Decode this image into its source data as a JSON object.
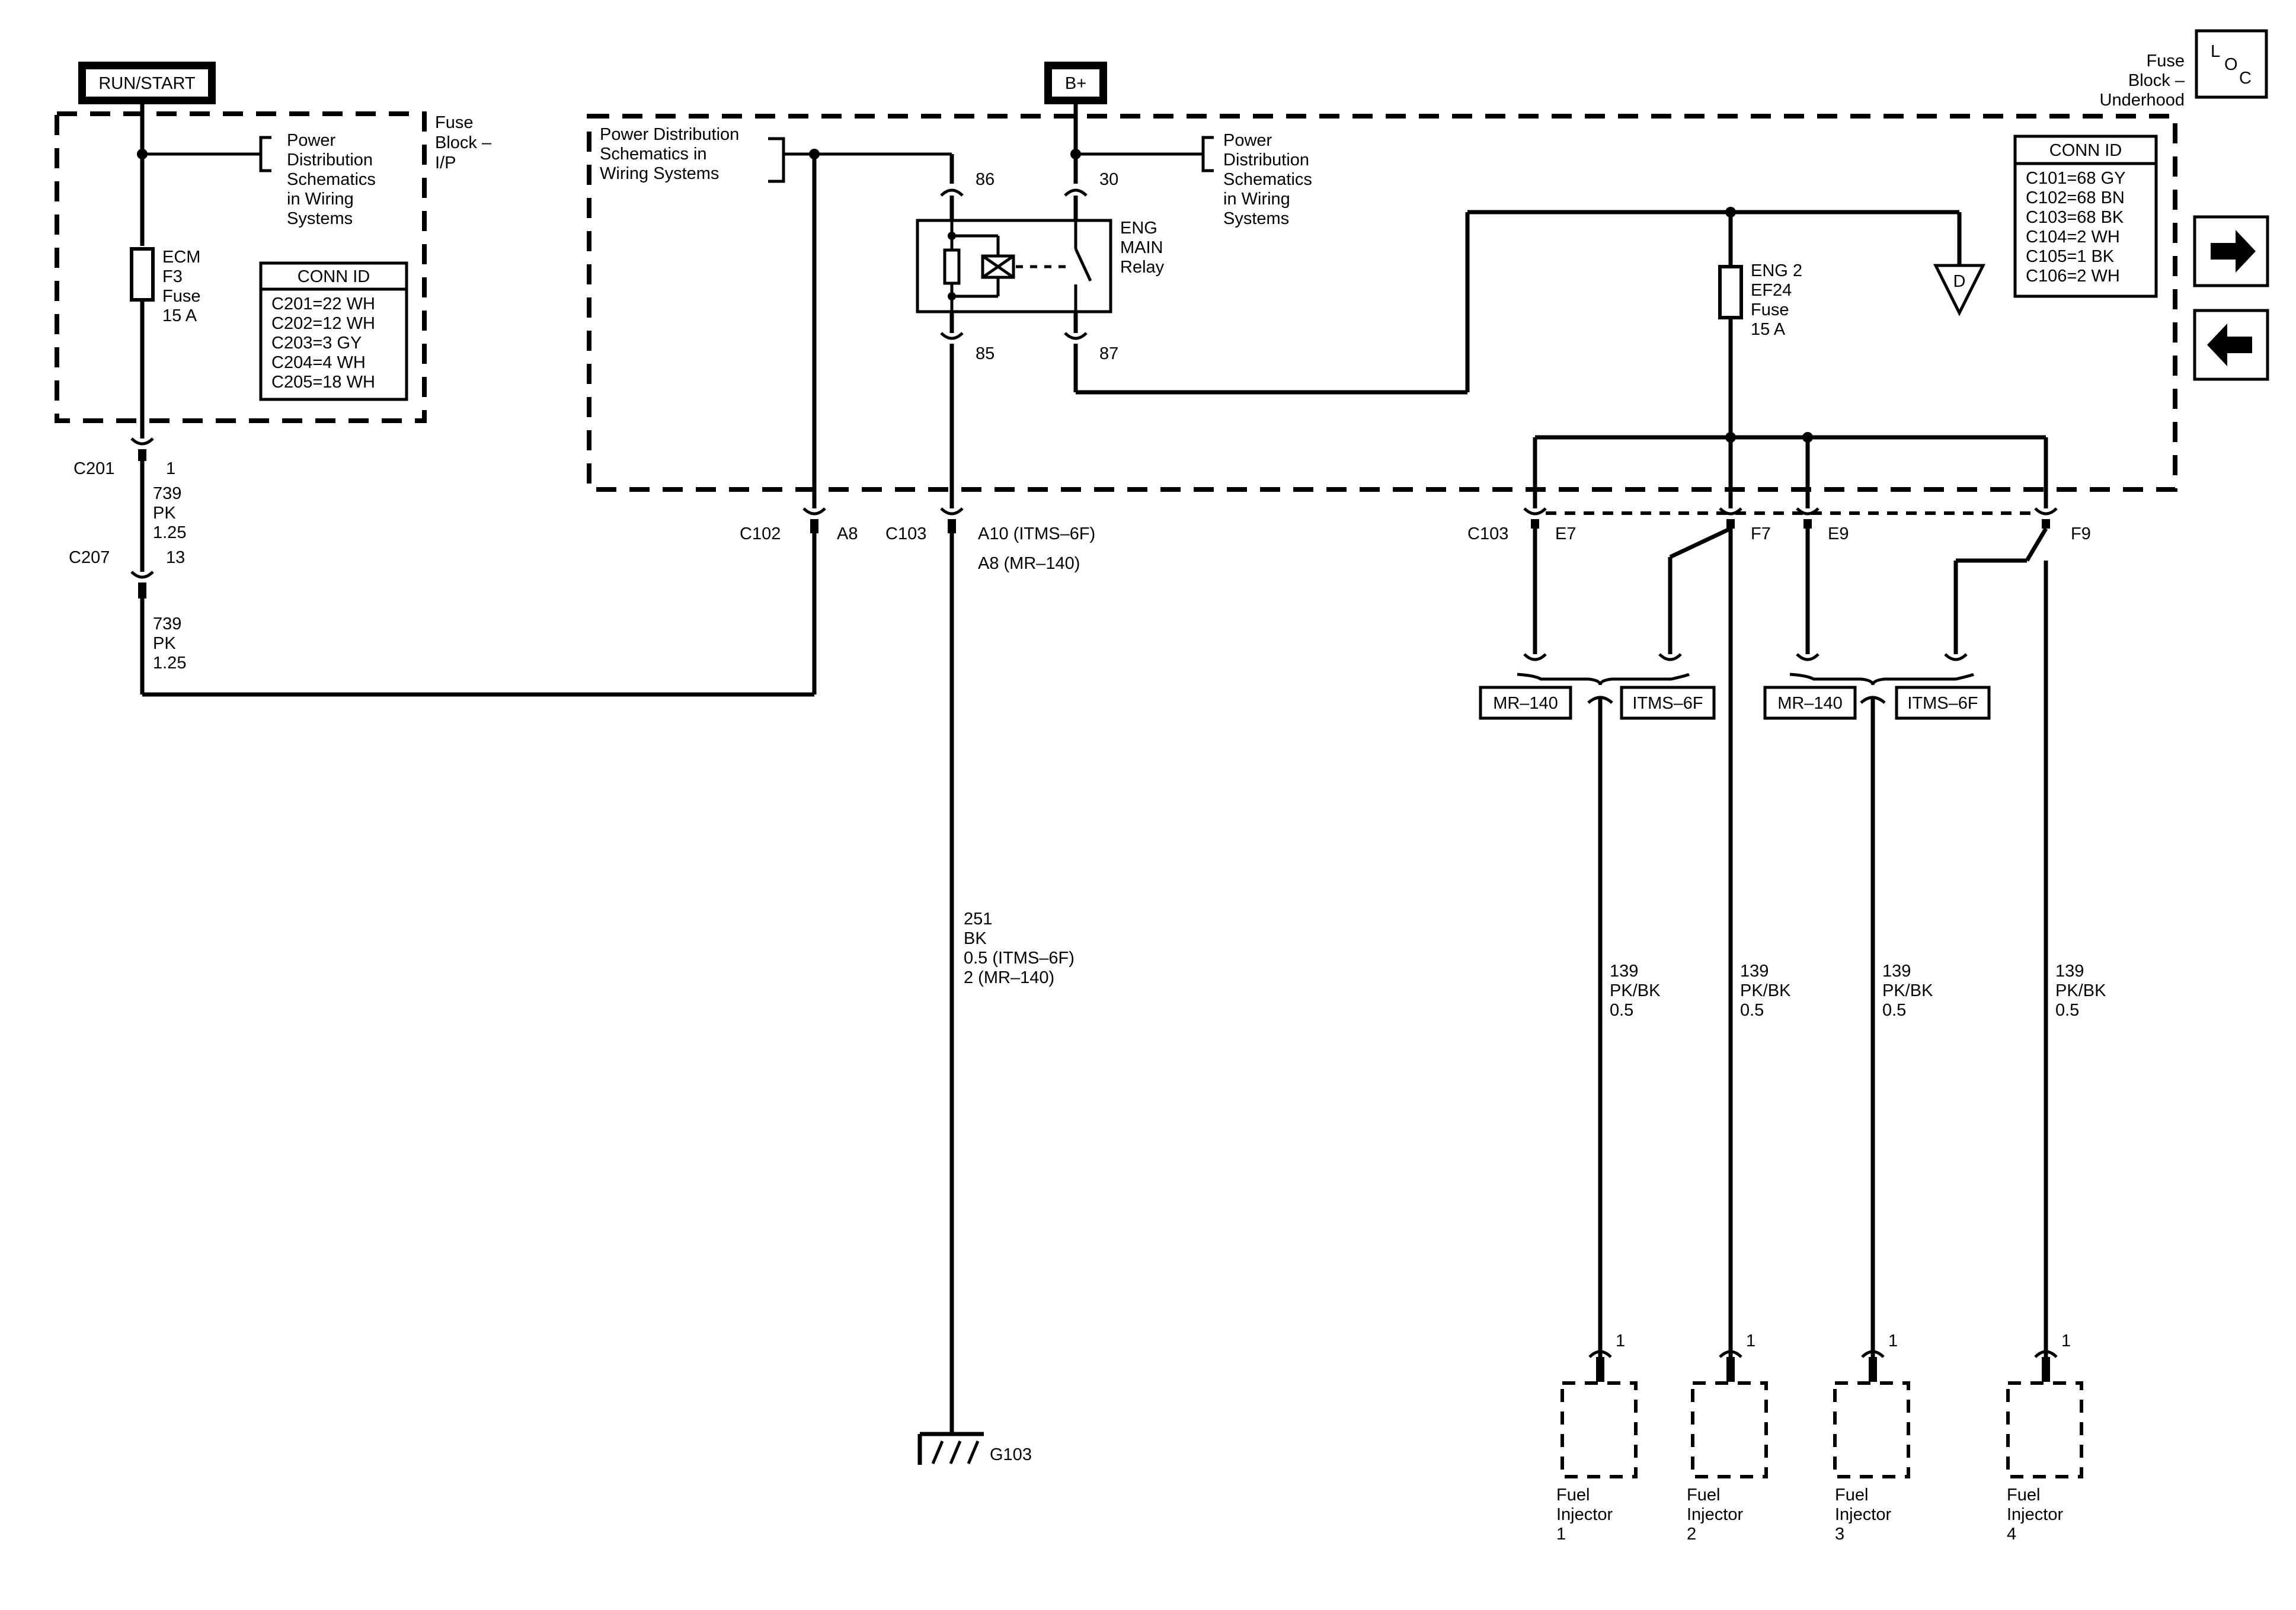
{
  "top_labels": {
    "run_start": "RUN/START",
    "b_plus": "B+"
  },
  "fuse_block_ip": {
    "line1": "Fuse",
    "line2": "Block –",
    "line3": "I/P"
  },
  "fuse_block_uh": {
    "line1": "Fuse",
    "line2": "Block –",
    "line3": "Underhood"
  },
  "loc": {
    "l": "L",
    "o": "O",
    "c": "C"
  },
  "power_dist_left": [
    "Power",
    "Distribution",
    "Schematics",
    "in Wiring",
    "Systems"
  ],
  "power_dist_mid": [
    "Power Distribution",
    "Schematics in",
    "Wiring Systems"
  ],
  "power_dist_right": [
    "Power",
    "Distribution",
    "Schematics",
    "in Wiring",
    "Systems"
  ],
  "ecm_fuse": [
    "ECM",
    "F3",
    "Fuse",
    "15 A"
  ],
  "eng2_fuse": [
    "ENG 2",
    "EF24",
    "Fuse",
    "15 A"
  ],
  "relay": {
    "lines": [
      "ENG",
      "MAIN",
      "Relay"
    ],
    "pin86": "86",
    "pin30": "30",
    "pin85": "85",
    "pin87": "87"
  },
  "conn_ip": {
    "title": "CONN ID",
    "rows": [
      "C201=22 WH",
      "C202=12 WH",
      "C203=3 GY",
      "C204=4 WH",
      "C205=18 WH"
    ]
  },
  "conn_uh": {
    "title": "CONN ID",
    "rows": [
      "C101=68 GY",
      "C102=68 BN",
      "C103=68 BK",
      "C104=2 WH",
      "C105=1 BK",
      "C106=2 WH"
    ]
  },
  "left_wire": {
    "c201": "C201",
    "c201_pin": "1",
    "wire1": [
      "739",
      "PK",
      "1.25"
    ],
    "c207": "C207",
    "c207_pin": "13",
    "wire2": [
      "739",
      "PK",
      "1.25"
    ]
  },
  "mid_connectors": {
    "c102": "C102",
    "c102_pin": "A8",
    "c103": "C103",
    "c103_pin1": "A10 (ITMS–6F)",
    "c103_pin2": "A8 (MR–140)"
  },
  "ground_wire": [
    "251",
    "BK",
    "0.5 (ITMS–6F)",
    "2 (MR–140)"
  ],
  "ground": "G103",
  "offpage": "D",
  "inj_conn": {
    "c103": "C103",
    "pins": [
      "E7",
      "F7",
      "E9",
      "F9"
    ]
  },
  "variants": [
    "MR–140",
    "ITMS–6F",
    "MR–140",
    "ITMS–6F"
  ],
  "inj_wire": [
    "139",
    "PK/BK",
    "0.5"
  ],
  "injectors": [
    {
      "pin": "1",
      "lines": [
        "Fuel",
        "Injector",
        "1"
      ]
    },
    {
      "pin": "1",
      "lines": [
        "Fuel",
        "Injector",
        "2"
      ]
    },
    {
      "pin": "1",
      "lines": [
        "Fuel",
        "Injector",
        "3"
      ]
    },
    {
      "pin": "1",
      "lines": [
        "Fuel",
        "Injector",
        "4"
      ]
    }
  ]
}
